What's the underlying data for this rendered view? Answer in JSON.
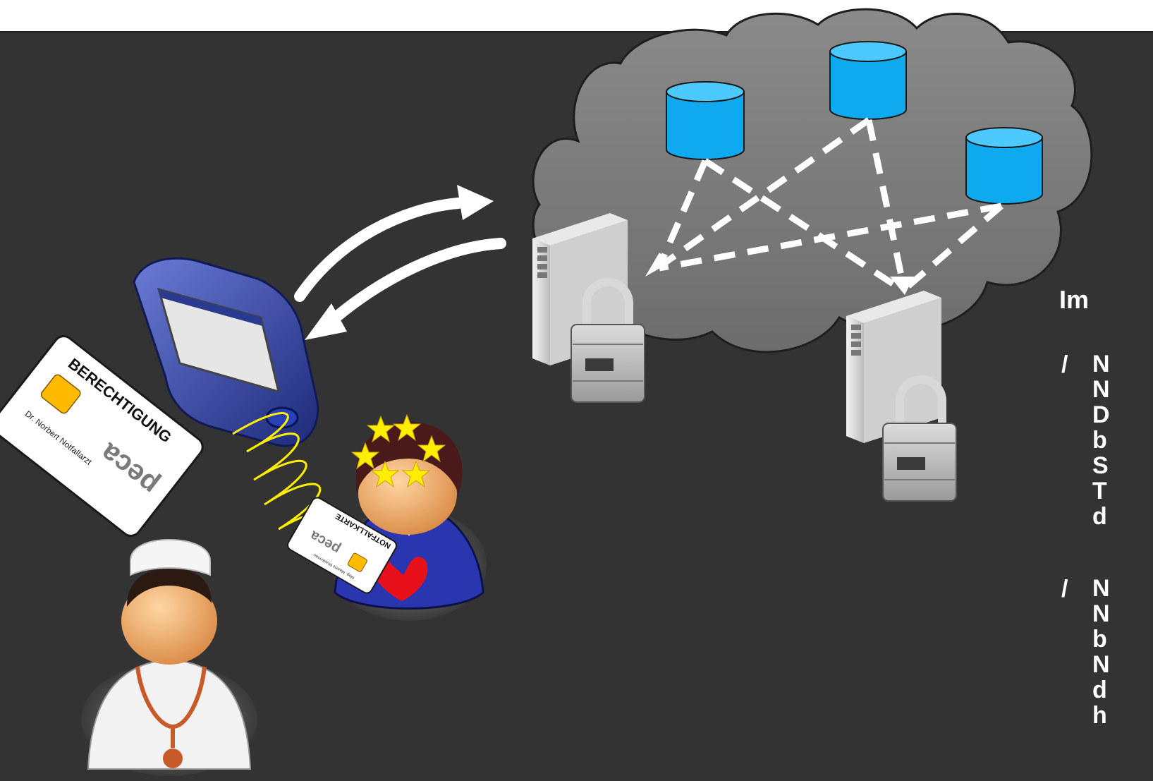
{
  "side_panel": {
    "heading": "Im",
    "bullets": [
      {
        "marker": "/",
        "lines": [
          "N",
          "N",
          "D",
          "b",
          "S",
          "T",
          "d"
        ]
      },
      {
        "marker": "/",
        "lines": [
          "N",
          "N",
          "b",
          "N",
          "d",
          "h"
        ]
      }
    ]
  },
  "authorization_card": {
    "title": "BERECHTIGUNG",
    "holder": "Dr. Norbert Notfallarzt",
    "brand": "peca"
  },
  "emergency_card": {
    "title": "NOTFALLKARTE",
    "holder": "Mag. Maxine Mustermau",
    "brand": "peca"
  },
  "colors": {
    "background": "#333333",
    "cloud": "#7a7a7a",
    "database": "#1fb6ff",
    "signal": "#ffee00",
    "star": "#ffee00",
    "card_chip": "#ffbb00"
  }
}
